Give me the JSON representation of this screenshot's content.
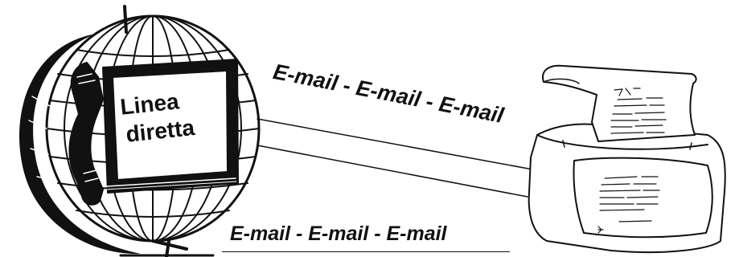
{
  "sign": {
    "line1": "Linea",
    "line2": "diretta"
  },
  "captions": {
    "top": "E-mail - E-mail - E-mail",
    "bottom": "E-mail - E-mail - E-mail"
  },
  "icons": [
    "globe-icon",
    "telephone-handset-icon",
    "book-icon",
    "terminal-printer-icon"
  ],
  "colors": {
    "ink": "#111111",
    "paper": "#ffffff"
  }
}
